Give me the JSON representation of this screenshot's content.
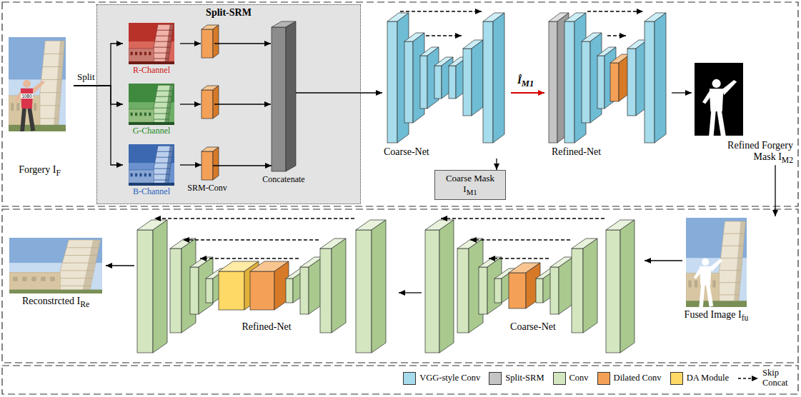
{
  "diagram": {
    "nodes": [
      {
        "text": [
          "Forgery I",
          "F"
        ]
      },
      {
        "text": [
          "Split-SRM"
        ]
      },
      {
        "text": [
          "R-Channel"
        ],
        "in": 1
      },
      {
        "text": [
          "G-Channel"
        ],
        "in": 1
      },
      {
        "text": [
          "B-Channel"
        ],
        "in": 1
      },
      {
        "text": [
          "SRM-Conv"
        ],
        "in": 1
      },
      {
        "text": [
          "Concatenate"
        ],
        "in": 1
      },
      {
        "text": [
          "Coarse-Net"
        ]
      },
      {
        "text": [
          "Coarse Mask I",
          "M1"
        ]
      },
      {
        "text": [
          "Refined-Net"
        ]
      },
      {
        "text": [
          "Refined Forgery Mask I",
          "M2"
        ]
      },
      {
        "text": [
          "Fused Image I",
          "fu"
        ]
      },
      {
        "text": [
          "Coarse-Net"
        ]
      },
      {
        "text": [
          "Refined-Net"
        ]
      },
      {
        "text": [
          "Reconstrcted I",
          "Re"
        ]
      }
    ],
    "edges": [
      {
        "from": 0,
        "to": 2,
        "arrow": "to"
      },
      {
        "from": 0,
        "to": 3,
        "arrow": "to"
      },
      {
        "from": 0,
        "to": 4,
        "arrow": "to"
      },
      {
        "from": 4,
        "to": 5,
        "arrow": "to"
      },
      {
        "from": 5,
        "to": 6,
        "arrow": "to"
      },
      {
        "from": 6,
        "to": 7,
        "arrow": "to"
      },
      {
        "from": 7,
        "to": 9,
        "arrow": "to"
      },
      {
        "from": 7,
        "to": 8,
        "arrow": "to"
      },
      {
        "from": 9,
        "to": 10,
        "arrow": "to"
      },
      {
        "from": 10,
        "to": 11,
        "arrow": "to"
      },
      {
        "from": 11,
        "to": 12,
        "arrow": "to"
      },
      {
        "from": 12,
        "to": 13,
        "arrow": "to"
      },
      {
        "from": 13,
        "to": 14,
        "arrow": "to"
      }
    ],
    "labels": [
      "Split",
      "Î",
      "M1",
      "1080"
    ],
    "legend": [
      {
        "text": "VGG-style Conv",
        "color": "#a6dcec"
      },
      {
        "text": "Split-SRM",
        "color": "#c4c4c4"
      },
      {
        "text": "Conv",
        "color": "#d3e6bf"
      },
      {
        "text": "Dilated Conv",
        "color": "#f4a157"
      },
      {
        "text": "DA Module",
        "color": "#ffd966"
      },
      {
        "text": "Skip Concat"
      }
    ]
  }
}
